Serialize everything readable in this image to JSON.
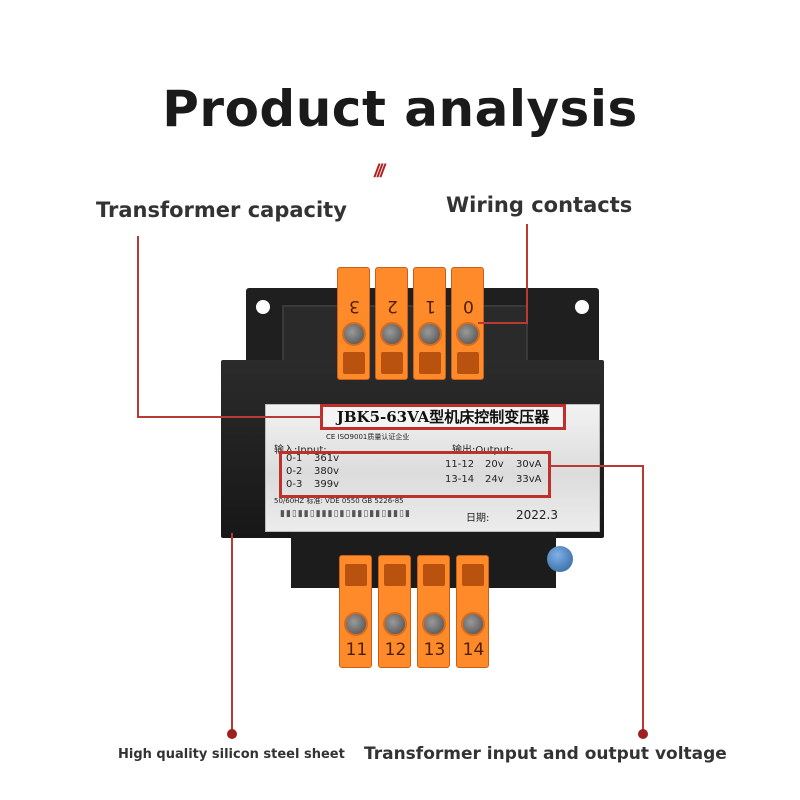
{
  "title": "Product analysis",
  "decor_slashes": "///",
  "callouts": {
    "capacity": "Transformer capacity",
    "wiring": "Wiring contacts",
    "steel": "High quality silicon steel sheet",
    "voltage": "Transformer input and output voltage"
  },
  "nameplate": {
    "model": "JBK5-63VA型机床控制变压器",
    "cert": "CE ISO9001质量认证企业",
    "input_label": "输入:Input:",
    "output_label": "输出:Output:",
    "inputs": [
      {
        "taps": "0-1",
        "voltage": "361v"
      },
      {
        "taps": "0-2",
        "voltage": "380v"
      },
      {
        "taps": "0-3",
        "voltage": "399v"
      }
    ],
    "outputs": [
      {
        "taps": "11-12",
        "voltage": "20v",
        "power": "30vA"
      },
      {
        "taps": "13-14",
        "voltage": "24v",
        "power": "33vA"
      }
    ],
    "standard": "50/60HZ 标准: VDE 0550 GB 5226-85",
    "date_label": "日期:",
    "date": "2022.3"
  },
  "terminals_top": [
    "3",
    "2",
    "1",
    "0"
  ],
  "terminals_bottom": [
    "11",
    "12",
    "13",
    "14"
  ],
  "colors": {
    "accent_red": "#c0302b",
    "terminal_orange": "#ff8a2a",
    "body_black": "#1f1f1f"
  }
}
